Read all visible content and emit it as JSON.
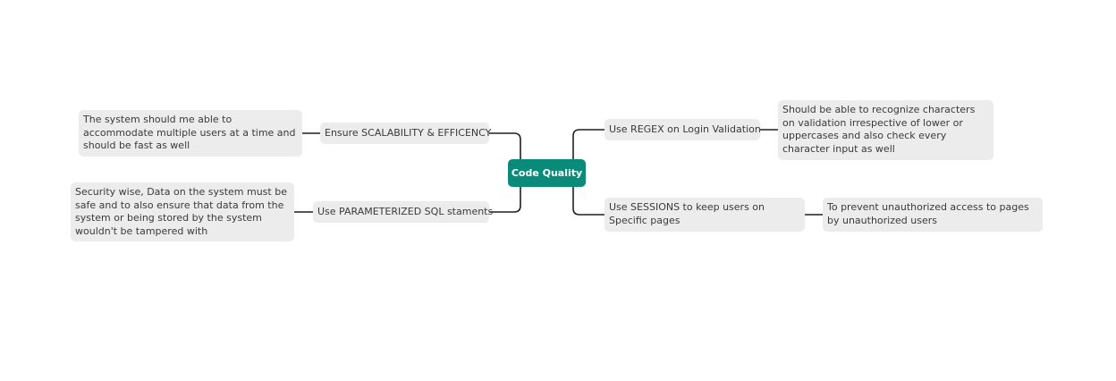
{
  "mindmap": {
    "root": {
      "label": "Code Quality",
      "color": "#0a8a78"
    },
    "left_branches": [
      {
        "label": "Ensure SCALABILITY & EFFICENCY",
        "detail": "The system should me able to accommodate multiple users at a time and should be fast as well"
      },
      {
        "label": "Use PARAMETERIZED SQL staments",
        "detail": "Security wise, Data on the system must be safe and to also ensure that data from the system or being stored by the system wouldn't be tampered with"
      }
    ],
    "right_branches": [
      {
        "label": "Use REGEX on Login Validation",
        "detail": "Should be able to recognize characters on validation irrespective of lower or uppercases and also check every character input as well"
      },
      {
        "label": "Use SESSIONS to keep users on Specific pages",
        "detail": "To prevent unauthorized access to pages by unauthorized users"
      }
    ]
  }
}
